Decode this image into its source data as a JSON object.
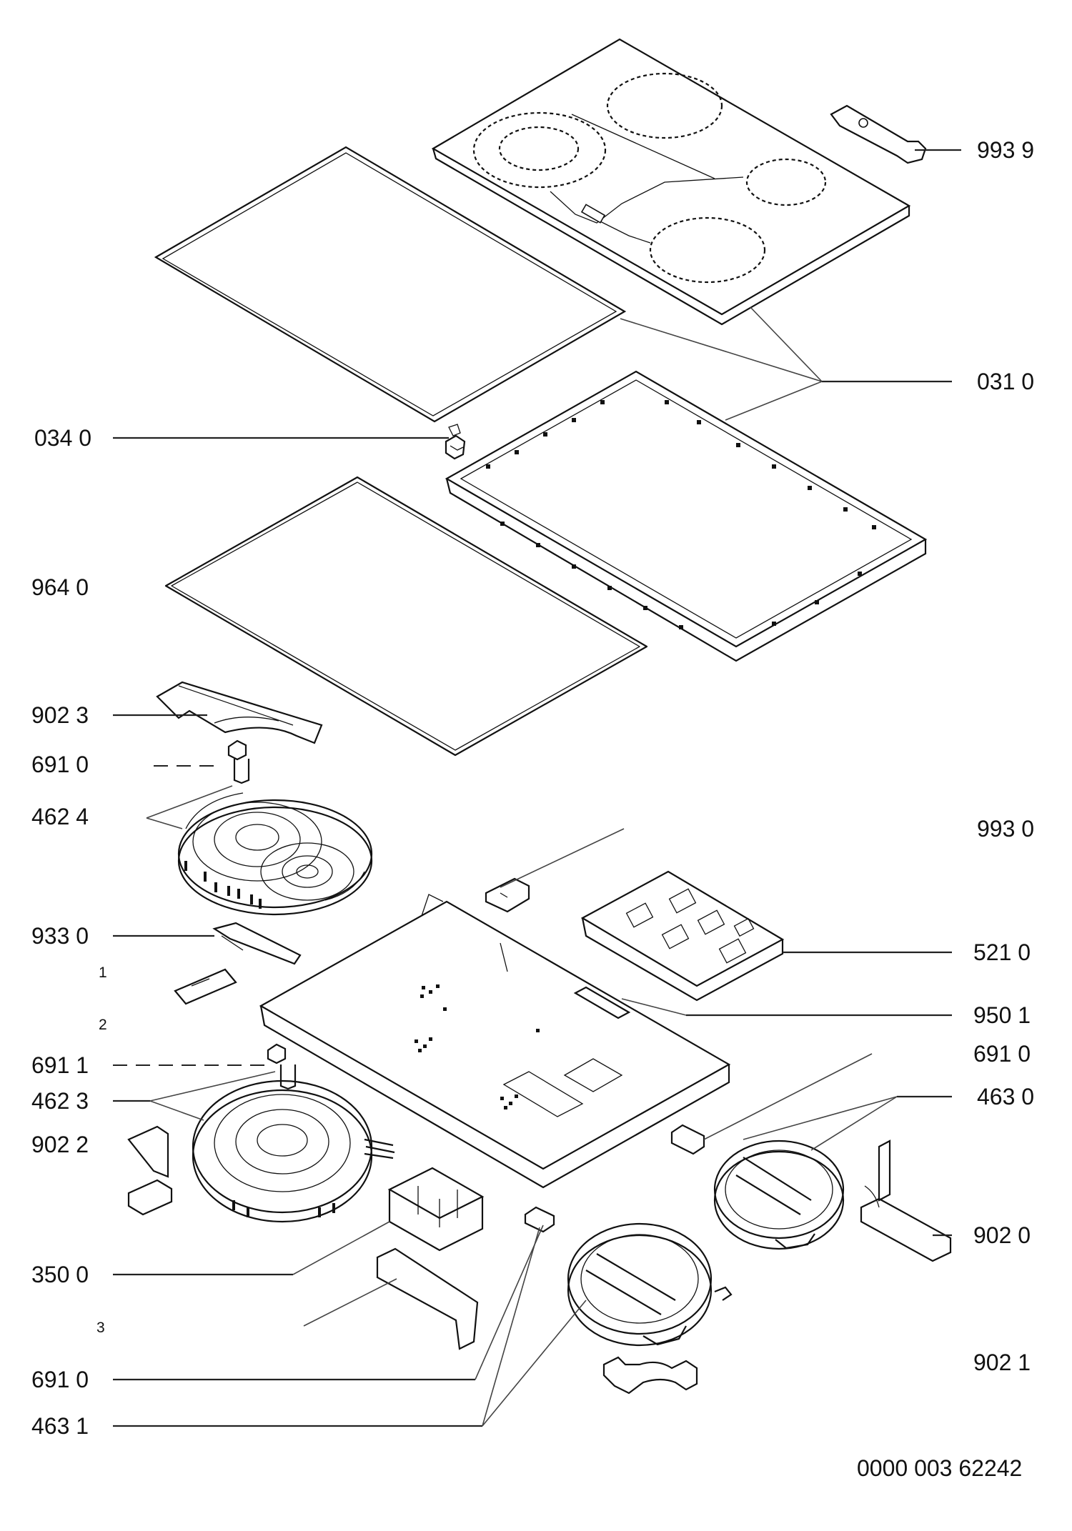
{
  "diagram": {
    "part_labels": {
      "p9939": "993 9",
      "p0310": "031 0",
      "p0340": "034 0",
      "p9640": "964 0",
      "p9023": "902 3",
      "p6910a": "691 0",
      "p4624": "462 4",
      "p9930": "993 0",
      "p9330": "933 0",
      "p5210": "521 0",
      "p9501": "950 1",
      "p6910b": "691 0",
      "p6911": "691 1",
      "p4623": "462 3",
      "p4630": "463 0",
      "p9022": "902 2",
      "p9020": "902 0",
      "p3500": "350 0",
      "p9021": "902 1",
      "p6910c": "691 0",
      "p4631": "463 1"
    },
    "position_markers": {
      "m1": "1",
      "m2": "2",
      "m3": "3"
    },
    "drawing_number": "0000 003 62242"
  }
}
